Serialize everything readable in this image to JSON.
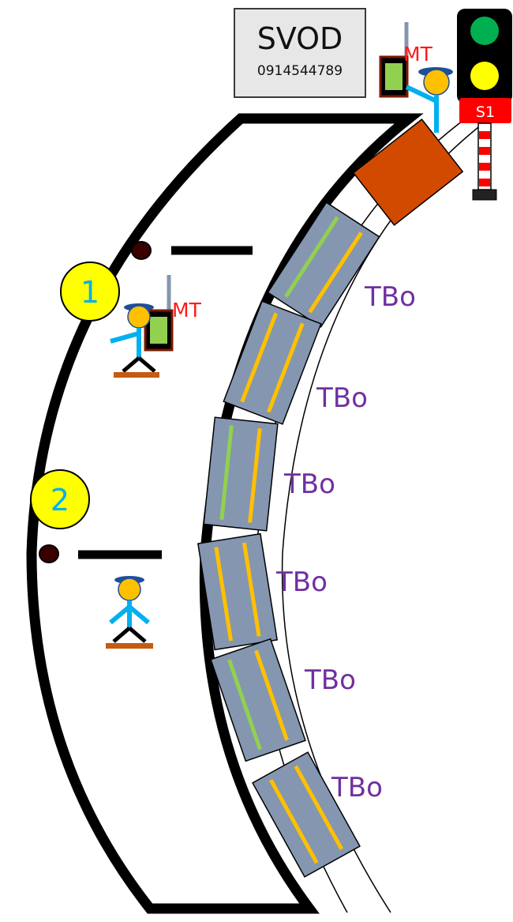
{
  "sign": {
    "title": "SVOD",
    "phone": "0914544789"
  },
  "signal": {
    "name": "S1",
    "aspects": [
      "green",
      "yellow"
    ]
  },
  "radio_label": "MT",
  "positions": [
    {
      "number": "1"
    },
    {
      "number": "2"
    }
  ],
  "locomotive": {
    "color": "#d24a00"
  },
  "wagons": [
    {
      "label": "TBo"
    },
    {
      "label": "TBo"
    },
    {
      "label": "TBo"
    },
    {
      "label": "TBo"
    },
    {
      "label": "TBo"
    },
    {
      "label": "TBo"
    }
  ],
  "colors": {
    "wagon": "#8496b0",
    "stripe_yellow": "#ffc000",
    "stripe_green": "#92d050",
    "label": "#7030a0",
    "mt": "#ff1a1a",
    "badge": "#ffff00",
    "badge_text": "#00b0f0",
    "signal_red": "#ff0000"
  }
}
